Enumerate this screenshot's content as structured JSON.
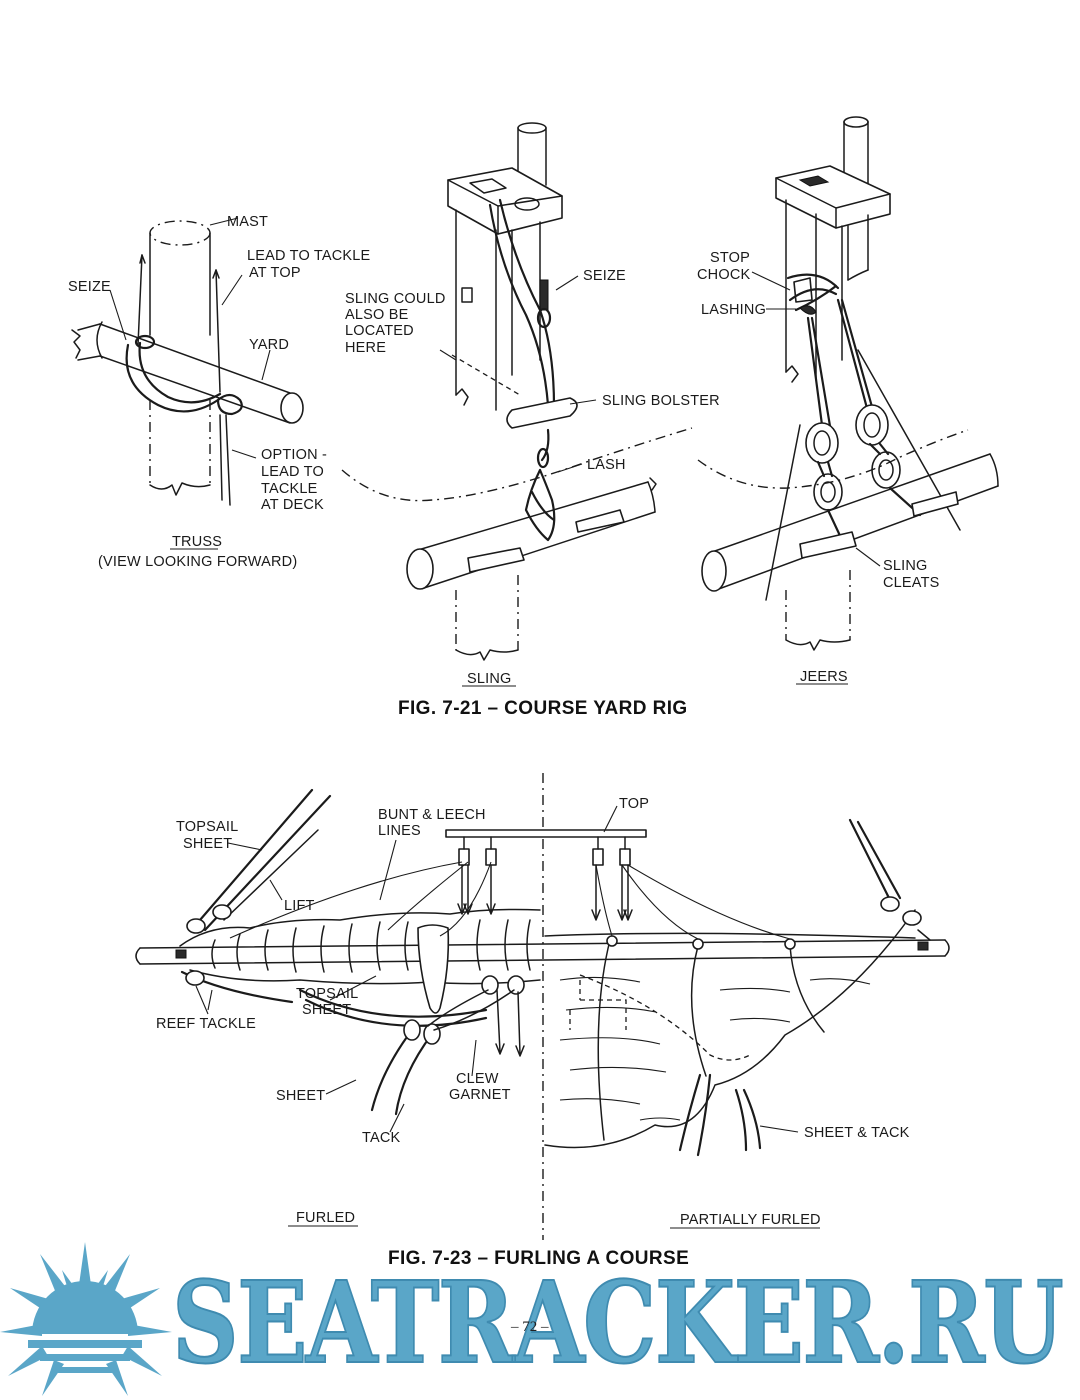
{
  "fig_7_21": {
    "caption": "FIG. 7-21 – COURSE YARD RIG",
    "truss": {
      "labels": {
        "mast": "MAST",
        "lead_top_1": "LEAD TO TACKLE",
        "lead_top_2": "AT TOP",
        "seize": "SEIZE",
        "yard": "YARD",
        "option_1": "OPTION -",
        "option_2": "LEAD TO",
        "option_3": "TACKLE",
        "option_4": "AT DECK"
      },
      "title": "TRUSS",
      "subtitle": "(VIEW LOOKING FORWARD)"
    },
    "sling": {
      "labels": {
        "seize": "SEIZE",
        "could_1": "SLING COULD",
        "could_2": "ALSO BE",
        "could_3": "LOCATED",
        "could_4": "HERE",
        "bolster": "SLING BOLSTER",
        "lash": "LASH"
      },
      "title": "SLING"
    },
    "jeers": {
      "labels": {
        "stop_1": "STOP",
        "stop_2": "CHOCK",
        "lashing": "LASHING",
        "cleats_1": "SLING",
        "cleats_2": "CLEATS"
      },
      "title": "JEERS"
    }
  },
  "fig_7_23": {
    "caption": "FIG. 7-23 – FURLING A COURSE",
    "labels": {
      "topsail_sheet_1": "TOPSAIL",
      "topsail_sheet_2": "SHEET",
      "bunt_1": "BUNT & LEECH",
      "bunt_2": "LINES",
      "top": "TOP",
      "lift": "LIFT",
      "reef_tackle": "REEF TACKLE",
      "topsail_sheet_b1": "TOPSAIL",
      "topsail_sheet_b2": "SHEET",
      "sheet": "SHEET",
      "clew_1": "CLEW",
      "clew_2": "GARNET",
      "tack": "TACK",
      "sheet_tack": "SHEET & TACK"
    },
    "furled": "FURLED",
    "partially_furled": "PARTIALLY FURLED"
  },
  "page_number": "– 72 –",
  "watermark": {
    "text": "SEATRACKER.RU",
    "logo_icon": "sun-burst-icon",
    "color": "#5aa6c8"
  }
}
